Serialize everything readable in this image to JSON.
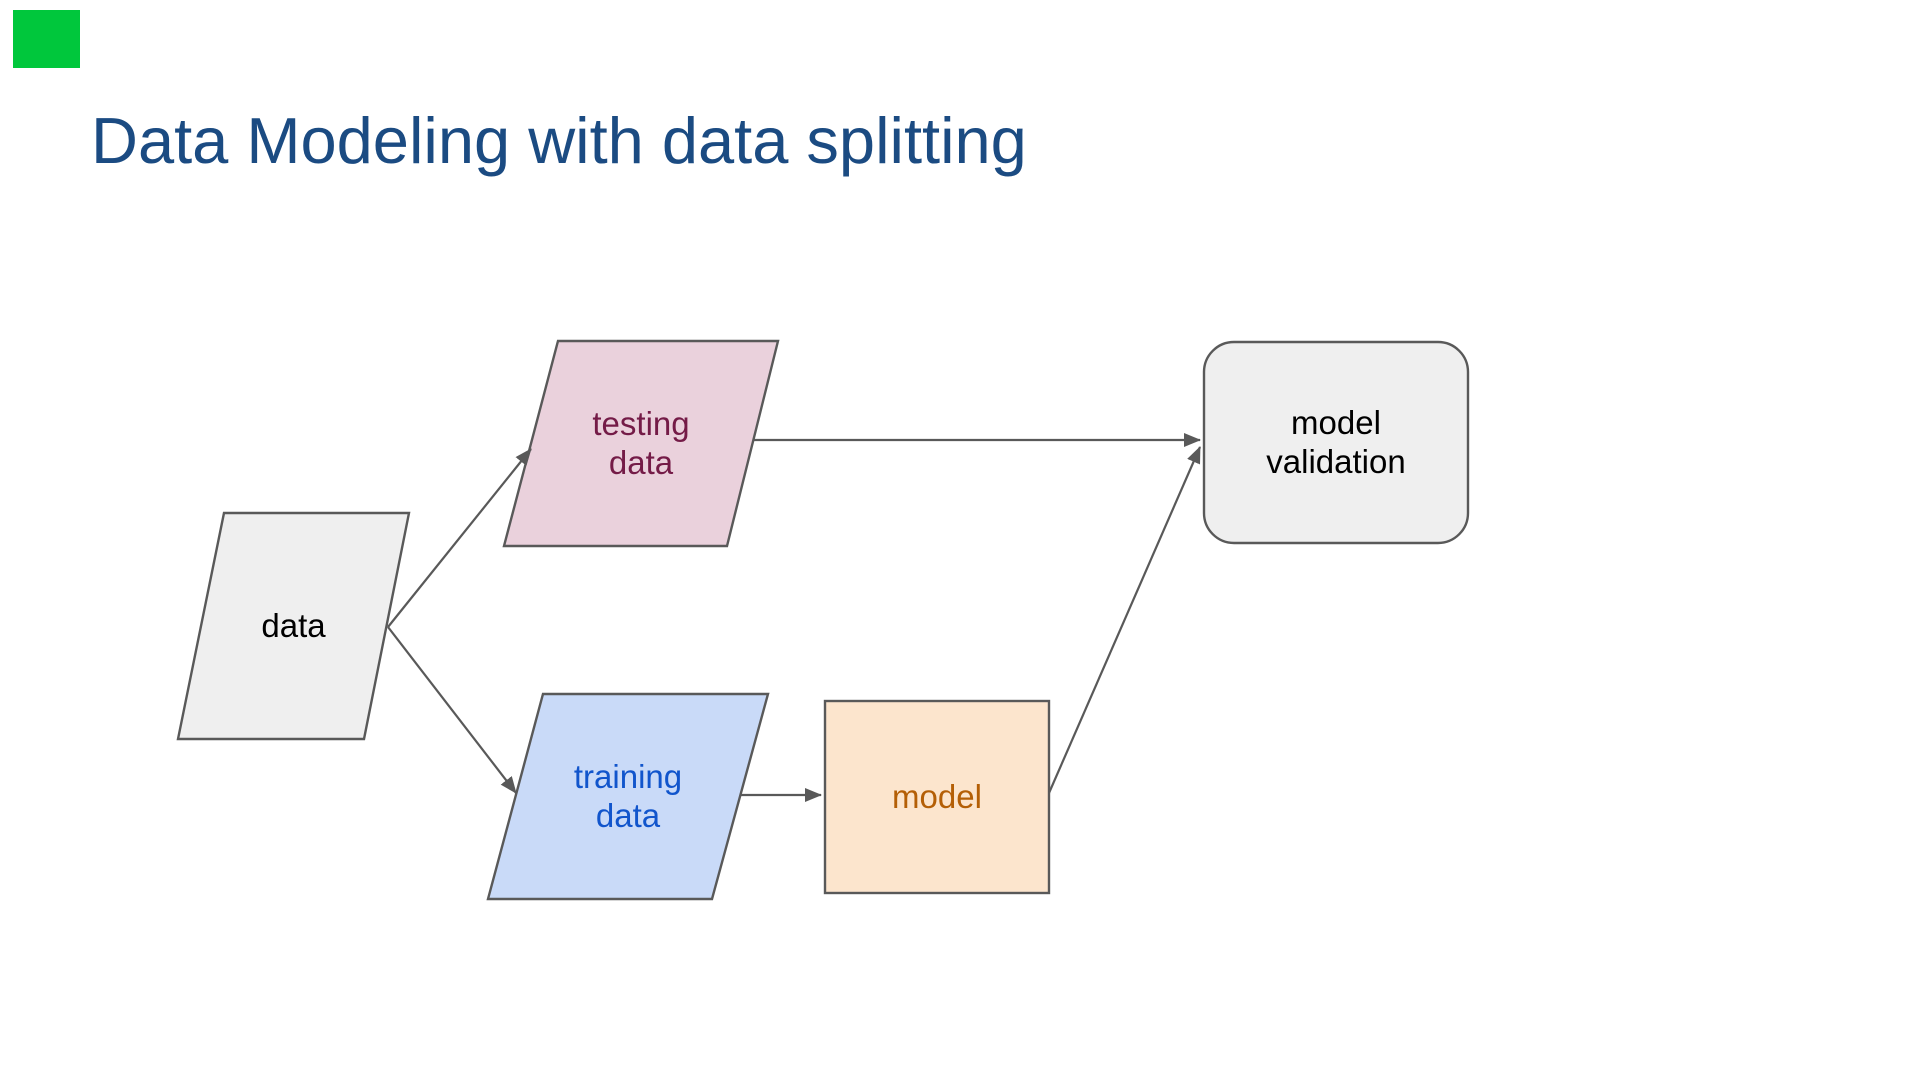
{
  "page": {
    "background": "#ffffff"
  },
  "corner_marker": {
    "color": "#00c73c"
  },
  "title": {
    "text": "Data Modeling with data splitting",
    "color": "#1b4b82"
  },
  "diagram": {
    "arrow_color": "#595959",
    "nodes": [
      {
        "id": "data",
        "label": "data",
        "shape": "parallelogram",
        "fill": "#efefef",
        "stroke": "#595959",
        "text_color": "#000000"
      },
      {
        "id": "testing-data",
        "label": "testing\ndata",
        "shape": "parallelogram",
        "fill": "#ead1dc",
        "stroke": "#595959",
        "text_color": "#741b47"
      },
      {
        "id": "training-data",
        "label": "training\ndata",
        "shape": "parallelogram",
        "fill": "#c9daf8",
        "stroke": "#595959",
        "text_color": "#1155cc"
      },
      {
        "id": "model",
        "label": "model",
        "shape": "rectangle",
        "fill": "#fce5cd",
        "stroke": "#595959",
        "text_color": "#b45f06"
      },
      {
        "id": "model-validation",
        "label": "model\nvalidation",
        "shape": "rounded-rectangle",
        "fill": "#efefef",
        "stroke": "#595959",
        "text_color": "#000000"
      }
    ],
    "edges": [
      {
        "from": "data",
        "to": "testing-data"
      },
      {
        "from": "data",
        "to": "training-data"
      },
      {
        "from": "testing-data",
        "to": "model-validation"
      },
      {
        "from": "training-data",
        "to": "model"
      },
      {
        "from": "model",
        "to": "model-validation"
      }
    ]
  }
}
